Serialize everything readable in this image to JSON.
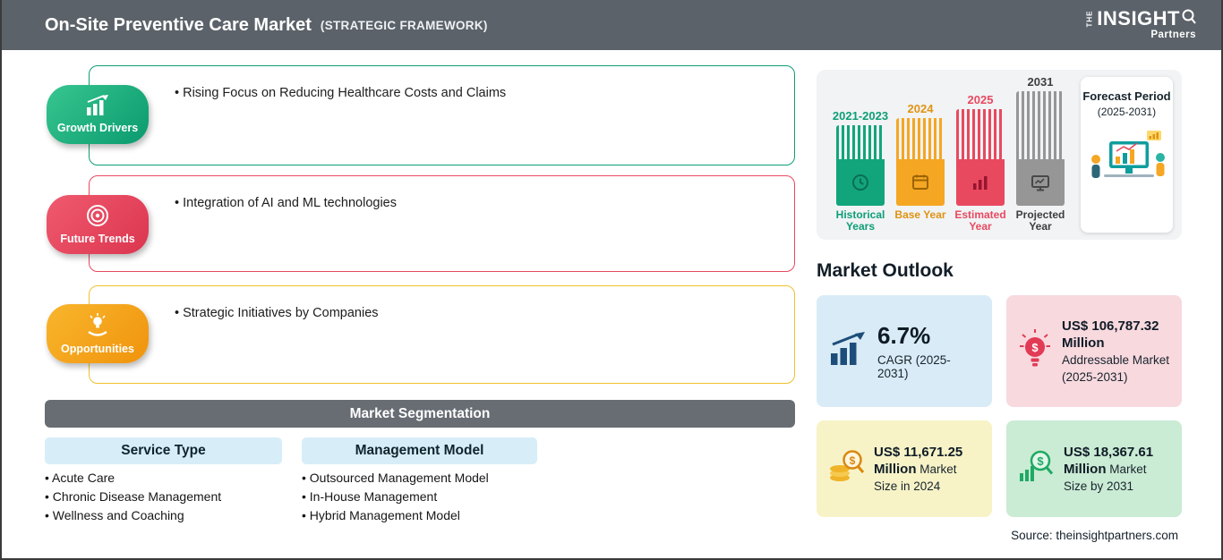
{
  "header": {
    "title": "On-Site Preventive Care Market",
    "subtitle": "(STRATEGIC FRAMEWORK)",
    "logo": {
      "the": "THE",
      "insight": "INSIGHT",
      "partners": "Partners"
    }
  },
  "colors": {
    "header_bg": "#5B6269",
    "growth": "#0E9D77",
    "trends": "#E8495F",
    "opportunities": "#F2A71B",
    "card_blue": "#D9EBF6",
    "card_pink": "#F8D9DE",
    "card_yellow": "#F7F3C7",
    "card_green": "#CAEBD4"
  },
  "framework": {
    "sections": [
      {
        "badge": "Growth Drivers",
        "icon": "bar-chart-growth-icon",
        "color": "#0E9D77",
        "bullet": "Rising Focus on Reducing Healthcare Costs and Claims"
      },
      {
        "badge": "Future Trends",
        "icon": "target-icon",
        "color": "#E8495F",
        "bullet": "Integration of AI and ML technologies"
      },
      {
        "badge": "Opportunities",
        "icon": "idea-hand-icon",
        "color": "#F2A71B",
        "bullet": "Strategic Initiatives by Companies"
      }
    ]
  },
  "segmentation": {
    "title": "Market Segmentation",
    "columns": [
      {
        "header": "Service Type",
        "items": [
          "Acute Care",
          "Chronic Disease Management",
          "Wellness and Coaching"
        ]
      },
      {
        "header": "Management Model",
        "items": [
          "Outsourced Management Model",
          "In-House Management",
          "Hybrid Management Model"
        ]
      }
    ]
  },
  "timeline": {
    "bars": [
      {
        "year": "2021-2023",
        "label": "Historical Years",
        "color": "#12A57C",
        "icon": "clock-icon"
      },
      {
        "year": "2024",
        "label": "Base Year",
        "color": "#F5A623",
        "icon": "calendar-icon"
      },
      {
        "year": "2025",
        "label": "Estimated Year",
        "color": "#E8495F",
        "icon": "estimate-chart-icon"
      },
      {
        "year": "2031",
        "label": "Projected Year",
        "color": "#969696",
        "icon": "monitor-icon"
      }
    ],
    "forecast_period": {
      "title": "Forecast Period",
      "range": "(2025-2031)"
    }
  },
  "outlook": {
    "title": "Market Outlook",
    "cards": [
      {
        "value": "6.7%",
        "label": "CAGR (2025-2031)",
        "icon": "growth-bars-icon",
        "bg": "#D9EBF6"
      },
      {
        "value": "US$ 106,787.32 Million",
        "label": "Addressable Market (2025-2031)",
        "icon": "bulb-dollar-icon",
        "bg": "#F8D9DE"
      },
      {
        "value": "US$ 11,671.25 Million",
        "label": "Market Size in 2024",
        "icon": "coins-magnifier-icon",
        "bg": "#F7F3C7"
      },
      {
        "value": "US$ 18,367.61 Million",
        "label": "Market Size by 2031",
        "icon": "magnifier-dollar-icon",
        "bg": "#CAEBD4"
      }
    ]
  },
  "source": "Source: theinsightpartners.com"
}
